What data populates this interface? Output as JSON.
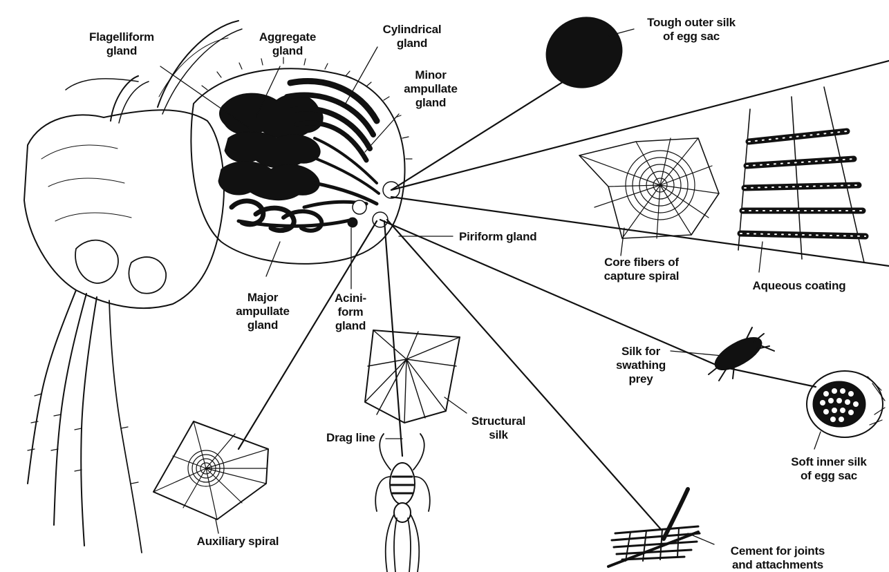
{
  "diagram": {
    "labels": {
      "flagelliform": "Flagelliform\ngland",
      "aggregate": "Aggregate\ngland",
      "cylindrical": "Cylindrical\ngland",
      "minor_ampullate": "Minor\nampullate\ngland",
      "tough_outer": "Tough outer silk\nof egg sac",
      "piriform": "Piriform gland",
      "core_fibers": "Core fibers of\ncapture spiral",
      "aqueous": "Aqueous coating",
      "major_ampullate": "Major\nampullate\ngland",
      "aciniform": "Acini-\nform\ngland",
      "swathing": "Silk for\nswathing\nprey",
      "soft_inner": "Soft inner silk\nof egg sac",
      "structural": "Structural\nsilk",
      "drag_line": "Drag line",
      "auxiliary": "Auxiliary spiral",
      "cement": "Cement for joints\nand attachments"
    },
    "colors": {
      "ink": "#111111",
      "paper": "#ffffff"
    },
    "icons": [
      "spider-body-illustration",
      "egg-sac-icon",
      "orb-web-icon",
      "capture-spiral-icon",
      "prey-insect-icon",
      "soft-egg-sac-icon",
      "hanging-spider-icon",
      "cement-bundle-icon"
    ]
  }
}
